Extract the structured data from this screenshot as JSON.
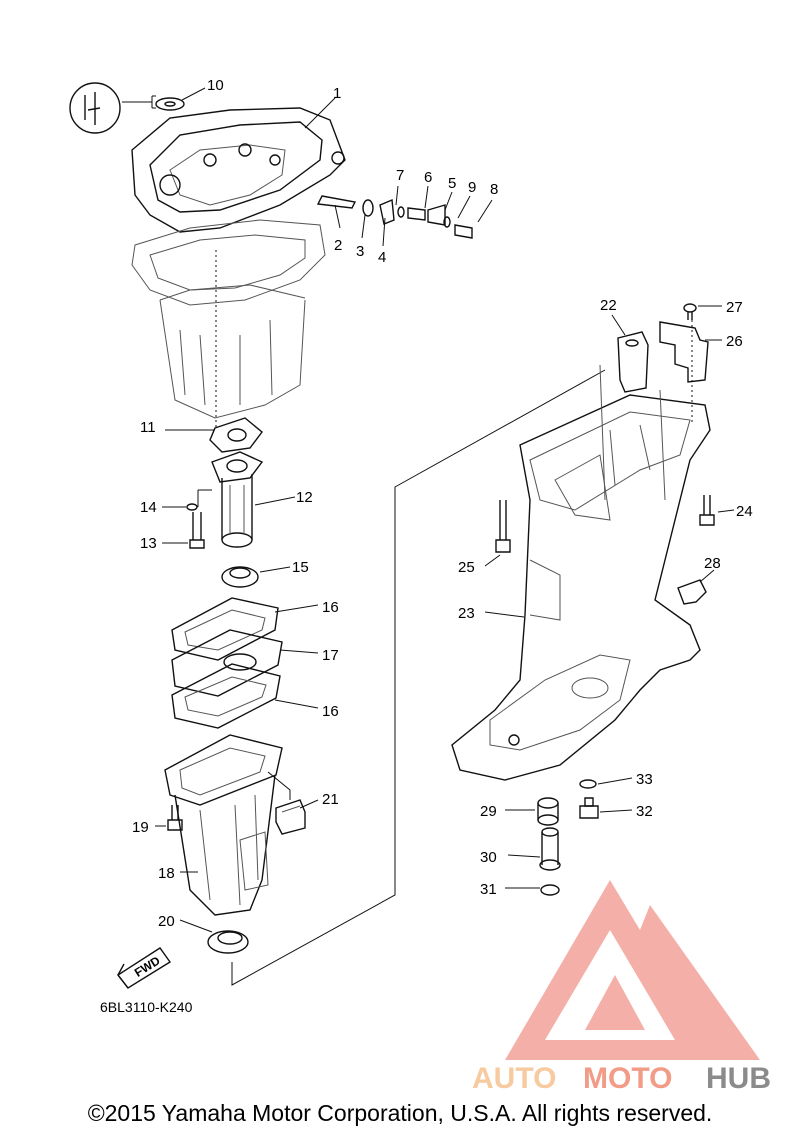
{
  "diagram": {
    "part_callouts": [
      "1",
      "2",
      "3",
      "4",
      "5",
      "6",
      "7",
      "8",
      "9",
      "10",
      "11",
      "12",
      "13",
      "14",
      "15",
      "16",
      "17",
      "16",
      "18",
      "19",
      "20",
      "21",
      "22",
      "23",
      "24",
      "25",
      "26",
      "27",
      "28",
      "29",
      "30",
      "31",
      "32",
      "33"
    ],
    "fwd_label": "FWD",
    "drawing_code": "6BL3110-K240"
  },
  "watermark": {
    "brand_part1": "AUTO",
    "brand_part2": "MOTO",
    "brand_part3": "HUB",
    "colors": {
      "auto": "#f6c18f",
      "moto": "#f08a72",
      "hub": "#7a7a7a",
      "logo": "#f08a84"
    }
  },
  "footer": {
    "copyright": "©2015 Yamaha Motor Corporation, U.S.A. All rights reserved."
  }
}
